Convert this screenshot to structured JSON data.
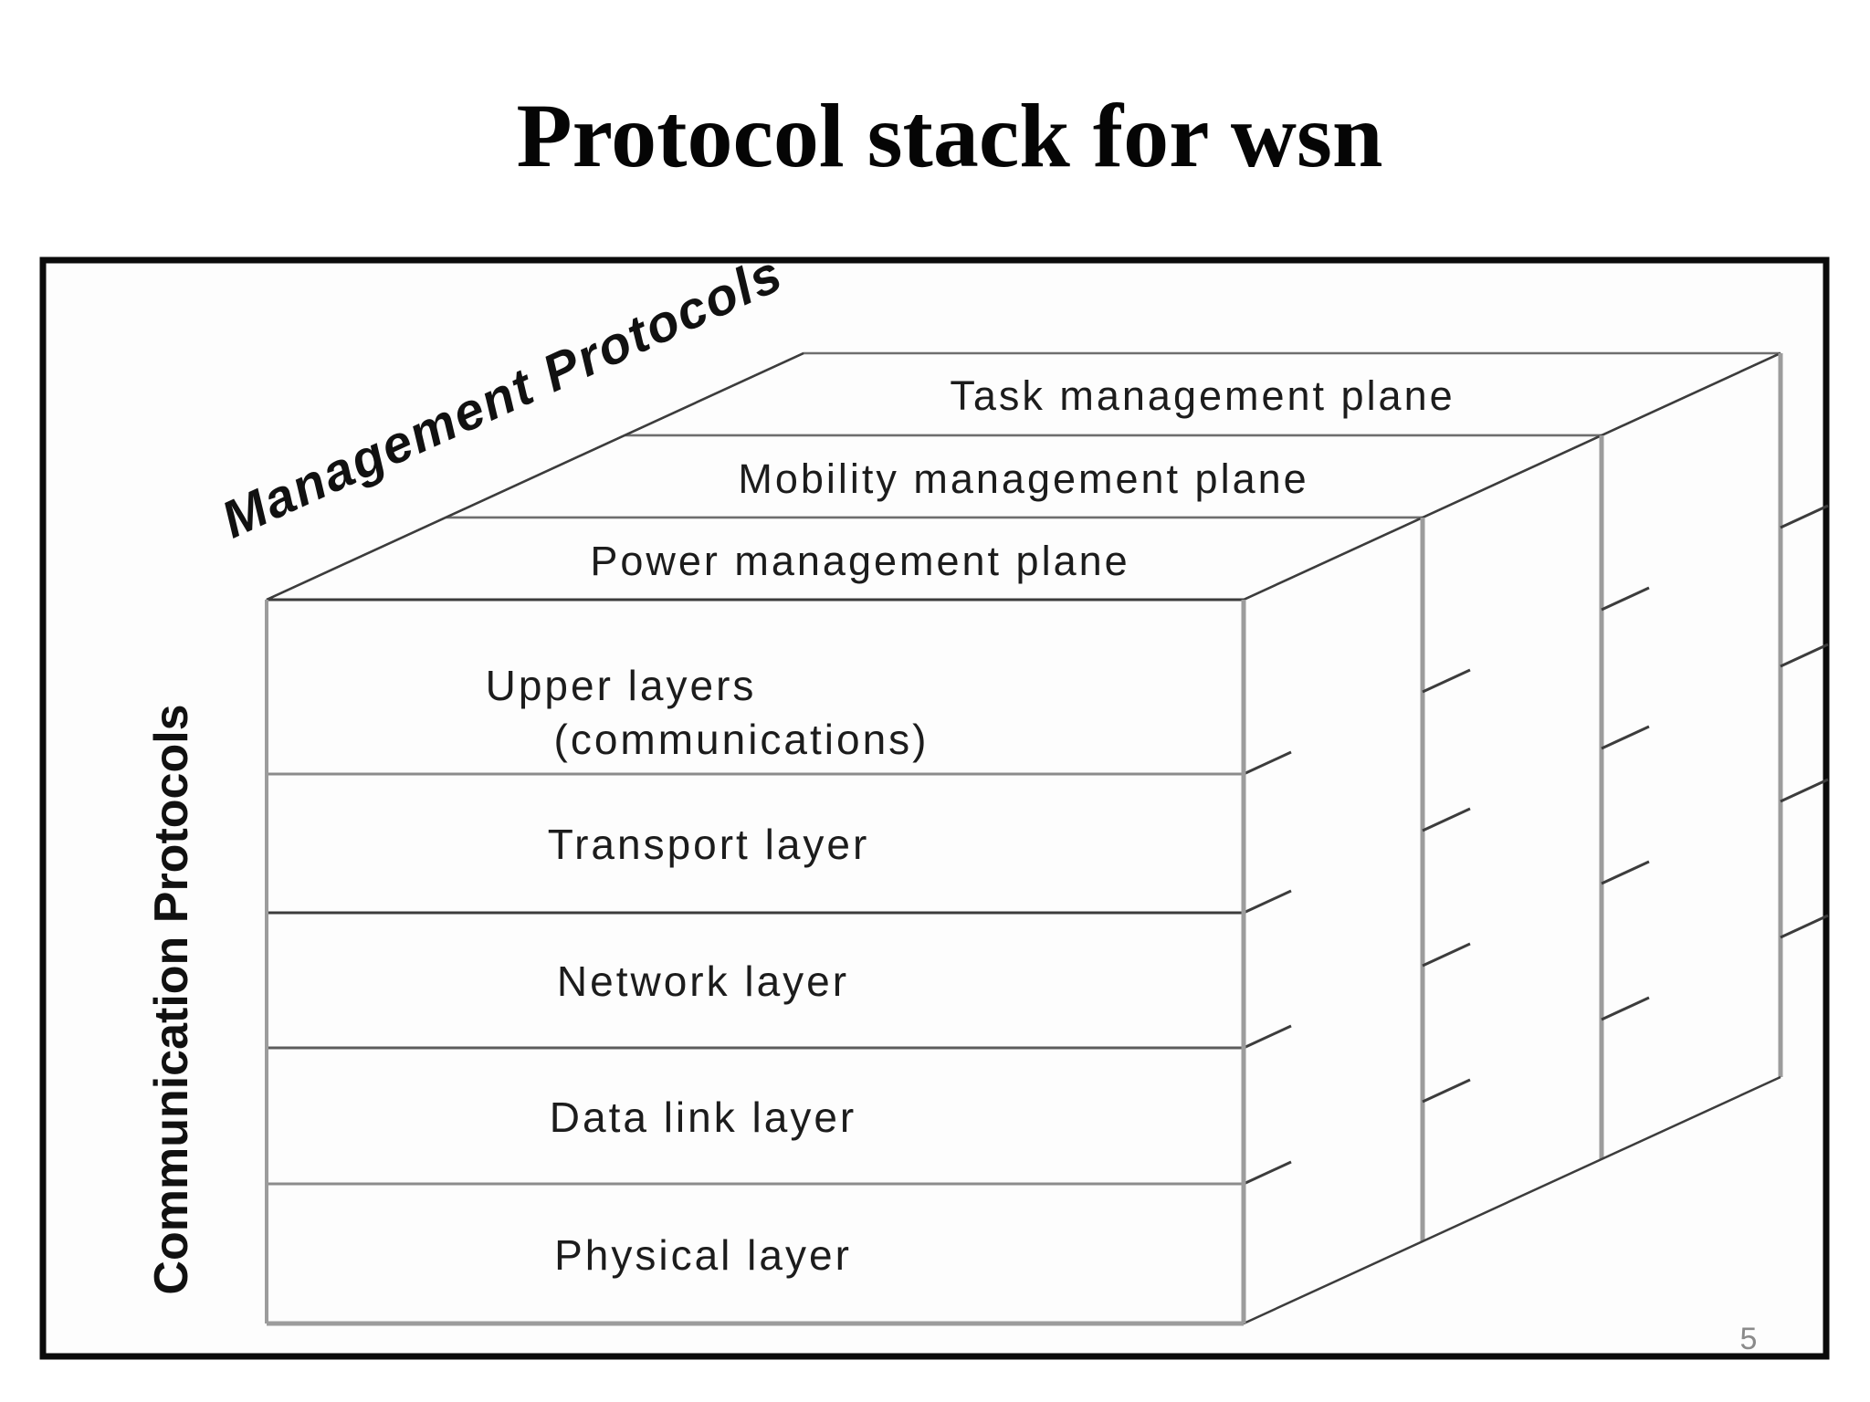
{
  "slide": {
    "title": "Protocol stack for wsn",
    "page_number": "5"
  },
  "diagram": {
    "management_axis_label": "Management Protocols",
    "communication_axis_label": "Communication Protocols",
    "management_planes": [
      {
        "label": "Task management plane"
      },
      {
        "label": "Mobility management plane"
      },
      {
        "label": "Power management plane"
      }
    ],
    "communication_layers": [
      {
        "label": "Upper layers",
        "sublabel": "(communications)"
      },
      {
        "label": "Transport layer"
      },
      {
        "label": "Network layer"
      },
      {
        "label": "Data link layer"
      },
      {
        "label": "Physical layer"
      }
    ]
  }
}
